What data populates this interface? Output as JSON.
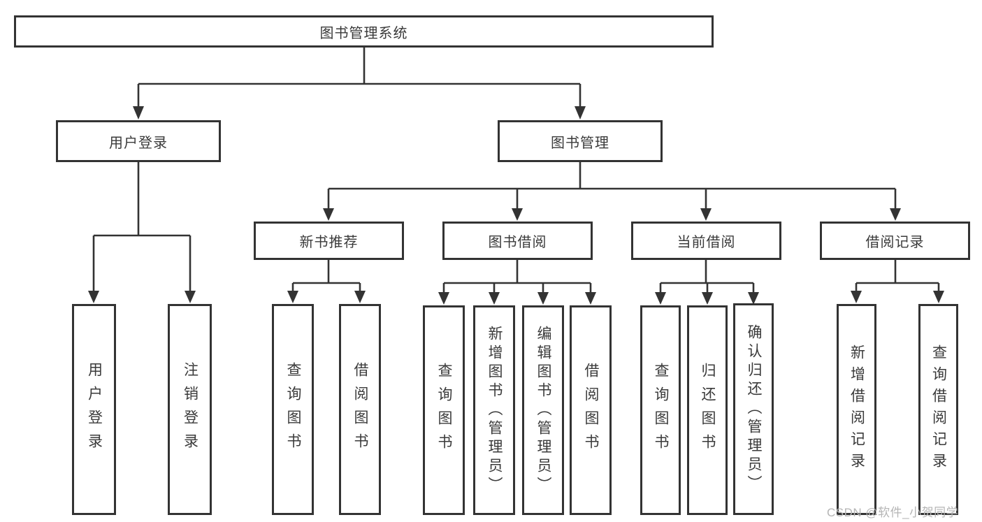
{
  "diagram": {
    "root": {
      "label": "图书管理系统"
    },
    "level2": [
      {
        "label": "用户登录"
      },
      {
        "label": "图书管理"
      }
    ],
    "level3": [
      {
        "label": "新书推荐"
      },
      {
        "label": "图书借阅"
      },
      {
        "label": "当前借阅"
      },
      {
        "label": "借阅记录"
      }
    ],
    "leaves": {
      "user_login": [
        {
          "label": "用户登录"
        },
        {
          "label": "注销登录"
        }
      ],
      "new_book_recommend": [
        {
          "label": "查询图书"
        },
        {
          "label": "借阅图书"
        }
      ],
      "book_borrow": [
        {
          "label": "查询图书"
        },
        {
          "label": "新增图书（管理员）"
        },
        {
          "label": "编辑图书（管理员）"
        },
        {
          "label": "借阅图书"
        }
      ],
      "current_borrow": [
        {
          "label": "查询图书"
        },
        {
          "label": "归还图书"
        },
        {
          "label": "确认归还（管理员）"
        }
      ],
      "borrow_records": [
        {
          "label": "新增借阅记录"
        },
        {
          "label": "查询借阅记录"
        }
      ]
    }
  },
  "watermark": "CSDN @软件_小贺同学",
  "colors": {
    "line": "#333333",
    "text": "#3a3a3a",
    "watermark": "#b5b5b5",
    "background": "#ffffff"
  }
}
